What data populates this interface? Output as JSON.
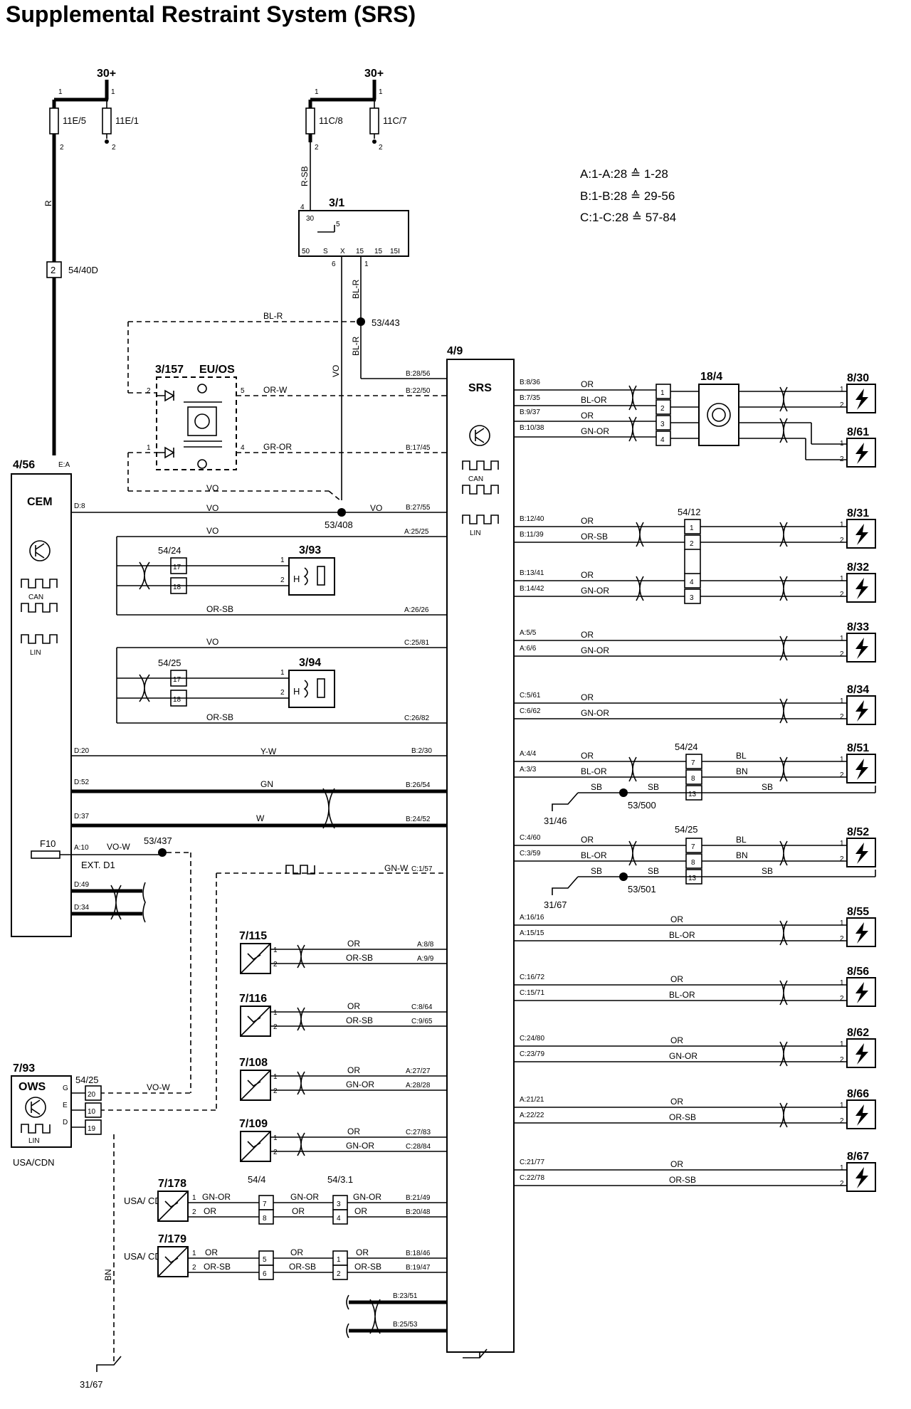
{
  "title": "Supplemental Restraint System (SRS)",
  "legend": [
    "A:1-A:28 ≙ 1-28",
    "B:1-B:28 ≙ 29-56",
    "C:1-C:28 ≙ 57-84"
  ],
  "supply": [
    "30+",
    "30+"
  ],
  "fuses": [
    "11E/5",
    "11E/1",
    "11C/8",
    "11C/7"
  ],
  "modules": {
    "srs": {
      "id": "4/9",
      "name": "SRS",
      "can": "CAN",
      "lin": "LIN"
    },
    "cem": {
      "id": "4/56",
      "name": "CEM",
      "can": "CAN",
      "lin": "LIN",
      "fuse": "F10",
      "ext": "EXT. D1",
      "pin_top": "E:A"
    },
    "ignition": {
      "id": "3/1",
      "pins": [
        "50",
        "S",
        "X",
        "15",
        "15",
        "15I"
      ],
      "top_pin": "30",
      "inner": "5"
    },
    "pos": {
      "id": "3/157",
      "label": "EU/OS"
    },
    "ows": {
      "id": "7/93",
      "name": "OWS",
      "lin": "LIN",
      "region": "USA/CDN",
      "pins": [
        "G",
        "E",
        "D"
      ]
    },
    "clockspring": {
      "id": "18/4"
    }
  },
  "connectors": {
    "c5440d": {
      "id": "54/40D",
      "pin": "2"
    },
    "c5424a": {
      "id": "54/24",
      "pins": [
        "17",
        "18"
      ]
    },
    "c5425a": {
      "id": "54/25",
      "pins": [
        "17",
        "18"
      ]
    },
    "c5412": {
      "id": "54/12",
      "pins": [
        "1",
        "2",
        "4",
        "3"
      ]
    },
    "c5424b": {
      "id": "54/24",
      "pins": [
        "7",
        "8",
        "13"
      ]
    },
    "c5425b": {
      "id": "54/25",
      "pins": [
        "7",
        "8",
        "13"
      ]
    },
    "c5425c": {
      "id": "54/25",
      "pins": [
        "20",
        "10",
        "19"
      ]
    },
    "c544": {
      "id": "54/4",
      "pins": [
        "7",
        "8",
        "5",
        "6"
      ]
    },
    "c5431": {
      "id": "54/3.1",
      "pins": [
        "3",
        "4",
        "1",
        "2"
      ]
    },
    "clk_pins": [
      "1",
      "2",
      "3",
      "4"
    ]
  },
  "splices": [
    "53/443",
    "53/408",
    "53/437",
    "53/500",
    "53/501"
  ],
  "grounds": [
    "31/46",
    "31/67",
    "31/67"
  ],
  "buckle_switches": [
    "3/93",
    "3/94"
  ],
  "sensors": [
    "7/115",
    "7/116",
    "7/108",
    "7/109",
    "7/178",
    "7/179"
  ],
  "sensor_region": "USA/ CDN",
  "igniters": [
    "8/30",
    "8/61",
    "8/31",
    "8/32",
    "8/33",
    "8/34",
    "8/51",
    "8/52",
    "8/55",
    "8/56",
    "8/62",
    "8/66",
    "8/67"
  ],
  "wire_colors": {
    "r": "R",
    "rsb": "R-SB",
    "blr": "BL-R",
    "vo": "VO",
    "orw": "OR-W",
    "gror": "GR-OR",
    "or": "OR",
    "blor": "BL-OR",
    "gnor": "GN-OR",
    "orsb": "OR-SB",
    "yw": "Y-W",
    "gn": "GN",
    "w": "W",
    "vow": "VO-W",
    "gnw": "GN-W",
    "bl": "BL",
    "bn": "BN",
    "sb": "SB"
  },
  "srs_pins": {
    "b2856": "B:28/56",
    "b2250": "B:22/50",
    "b1745": "B:17/45",
    "b2755": "B:27/55",
    "a2525": "A:25/25",
    "a2626": "A:26/26",
    "c2581": "C:25/81",
    "c2682": "C:26/82",
    "b230": "B:2/30",
    "b2654": "B:26/54",
    "b2452": "B:24/52",
    "c157": "C:1/57",
    "a88": "A:8/8",
    "a99": "A:9/9",
    "c864": "C:8/64",
    "c965": "C:9/65",
    "a2727": "A:27/27",
    "a2828": "A:28/28",
    "c2783": "C:27/83",
    "c2884": "C:28/84",
    "b2149": "B:21/49",
    "b2048": "B:20/48",
    "b1846": "B:18/46",
    "b1947": "B:19/47",
    "b2351": "B:23/51",
    "b2553": "B:25/53",
    "b836": "B:8/36",
    "b735": "B:7/35",
    "b937": "B:9/37",
    "b1038": "B:10/38",
    "b1240": "B:12/40",
    "b1139": "B:11/39",
    "b1341": "B:13/41",
    "b1442": "B:14/42",
    "a55": "A:5/5",
    "a66": "A:6/6",
    "c561": "C:5/61",
    "c662": "C:6/62",
    "a44": "A:4/4",
    "a33": "A:3/3",
    "c460": "C:4/60",
    "c359": "C:3/59",
    "a1616": "A:16/16",
    "a1515": "A:15/15",
    "c1672": "C:16/72",
    "c1571": "C:15/71",
    "c2480": "C:24/80",
    "c2379": "C:23/79",
    "a2121": "A:21/21",
    "a2222": "A:22/22",
    "c2177": "C:21/77",
    "c2278": "C:22/78"
  },
  "cem_pins": {
    "d8": "D:8",
    "d20": "D:20",
    "d52": "D:52",
    "d37": "D:37",
    "a10": "A:10",
    "d49": "D:49",
    "d34": "D:34"
  },
  "pin_numbers": {
    "p1": "1",
    "p2": "2",
    "p4": "4",
    "p5": "5",
    "p6": "6"
  },
  "switch_sym": "H"
}
